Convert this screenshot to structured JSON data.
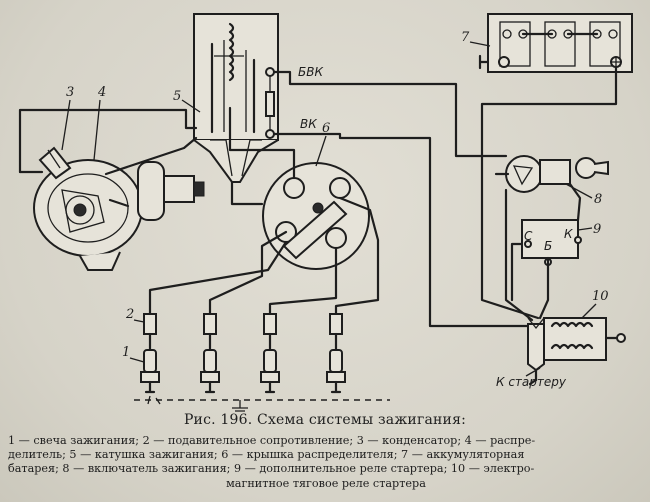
{
  "labels": {
    "n1": "1",
    "n2": "2",
    "n3": "3",
    "n4": "4",
    "n5": "5",
    "n6": "6",
    "n7": "7",
    "n8": "8",
    "n9": "9",
    "n10": "10",
    "bvk": "БВК",
    "vk": "ВК",
    "relay_s": "С",
    "relay_b": "Б",
    "relay_k": "К",
    "to_starter": "К стартеру"
  },
  "caption": "Рис. 196. Схема системы зажигания:",
  "legend": {
    "line1": "1 — свеча зажигания; 2 — подавительное сопротивление; 3 — конденсатор; 4 — распре-",
    "line2": "делитель; 5 — катушка зажигания; 6 — крышка распределителя; 7 — аккумуляторная",
    "line3": "батарея; 8 — включатель зажигания; 9 — дополнительное реле стартера; 10 — электро-",
    "line4": "магнитное тяговое реле стартера"
  }
}
